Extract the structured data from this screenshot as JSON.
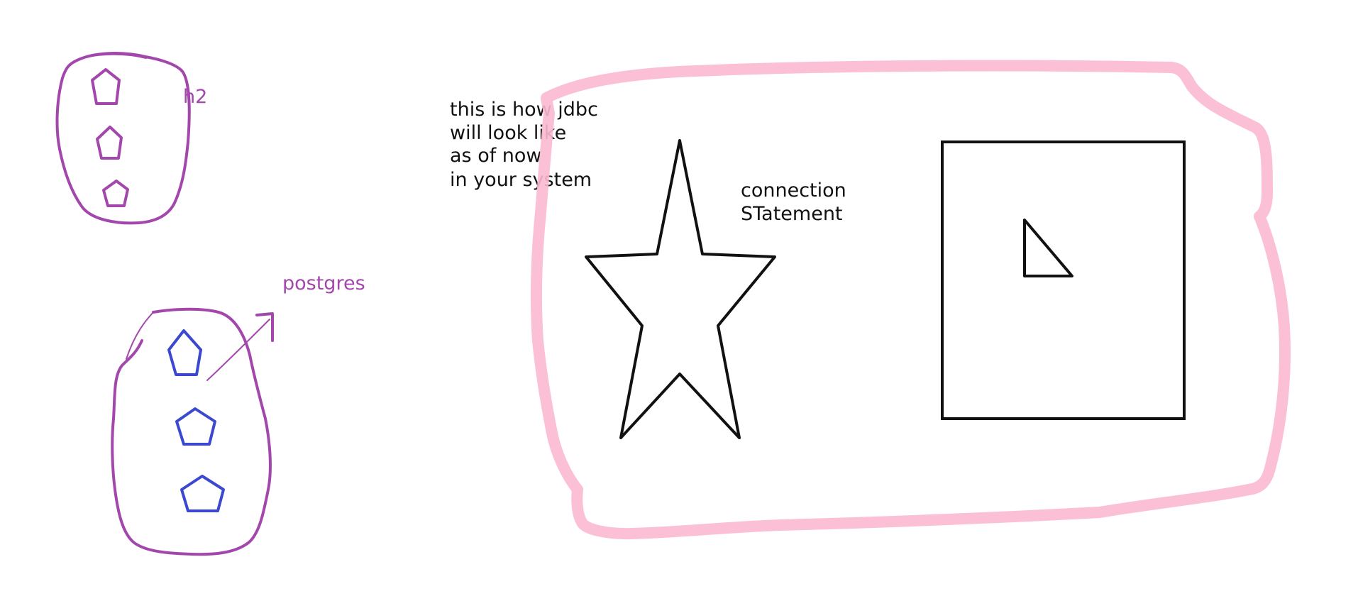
{
  "colors": {
    "purple": "#a347ad",
    "blue": "#3b48d0",
    "pink": "#fbb9d0",
    "black": "#111111",
    "background": "#ffffff"
  },
  "labels": {
    "h2": "h2",
    "postgres": "postgres",
    "jdbc_note": [
      "this is how jdbc",
      "will look like",
      "as of now",
      "in your system"
    ],
    "connection_note": [
      "connection",
      "STatement"
    ]
  },
  "groups": {
    "h2": {
      "shape_count": 3,
      "shape": "pentagon",
      "color_name": "purple"
    },
    "postgres": {
      "shape_count": 3,
      "shape": "pentagon",
      "color_name": "blue"
    }
  },
  "system": {
    "outline": "rounded-blob",
    "contents": [
      "star",
      "square",
      "triangle"
    ]
  }
}
